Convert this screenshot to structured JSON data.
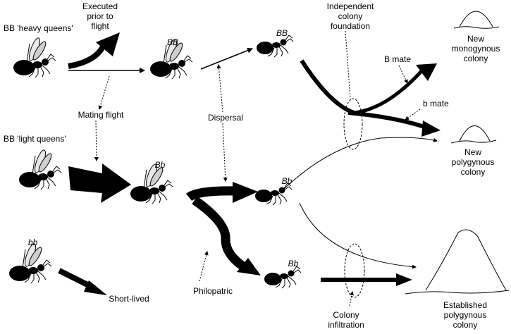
{
  "labels": {
    "bb_heavy_geno": "BB",
    "heavy_queens": " 'heavy queens'",
    "bb_light_geno": "BB",
    "light_queens": " 'light queens'",
    "bb_small_geno": "bb",
    "executed_1": "Executed",
    "executed_2": "prior to",
    "executed_3": "flight",
    "mating_flight": "Mating flight",
    "short_lived": "Short-lived",
    "bb_mid_geno": "BB",
    "bb_right_geno": "BB",
    "bb_mid_light_geno": "Bb",
    "bb_disp_geno": "Bb",
    "bb_philo_geno": "Bb",
    "dispersal": "Dispersal",
    "philopatric": "Philopatric",
    "independent_1": "Independent",
    "independent_2": "colony",
    "independent_3": "foundation",
    "b_mate_upper_letter": "B",
    "b_mate_upper_word": " mate",
    "b_mate_lower_letter": "b",
    "b_mate_lower_word": " mate",
    "new_mono_1": "New",
    "new_mono_2": "monogynous",
    "new_mono_3": "colony",
    "new_poly_1": "New",
    "new_poly_2": "polygynous",
    "new_poly_3": "colony",
    "colony_inf_1": "Colony",
    "colony_inf_2": "infiltration",
    "established_1": "Established",
    "established_2": "polygynous",
    "established_3": "colony"
  },
  "colors": {
    "ink": "#000000",
    "background": "#ffffff"
  }
}
